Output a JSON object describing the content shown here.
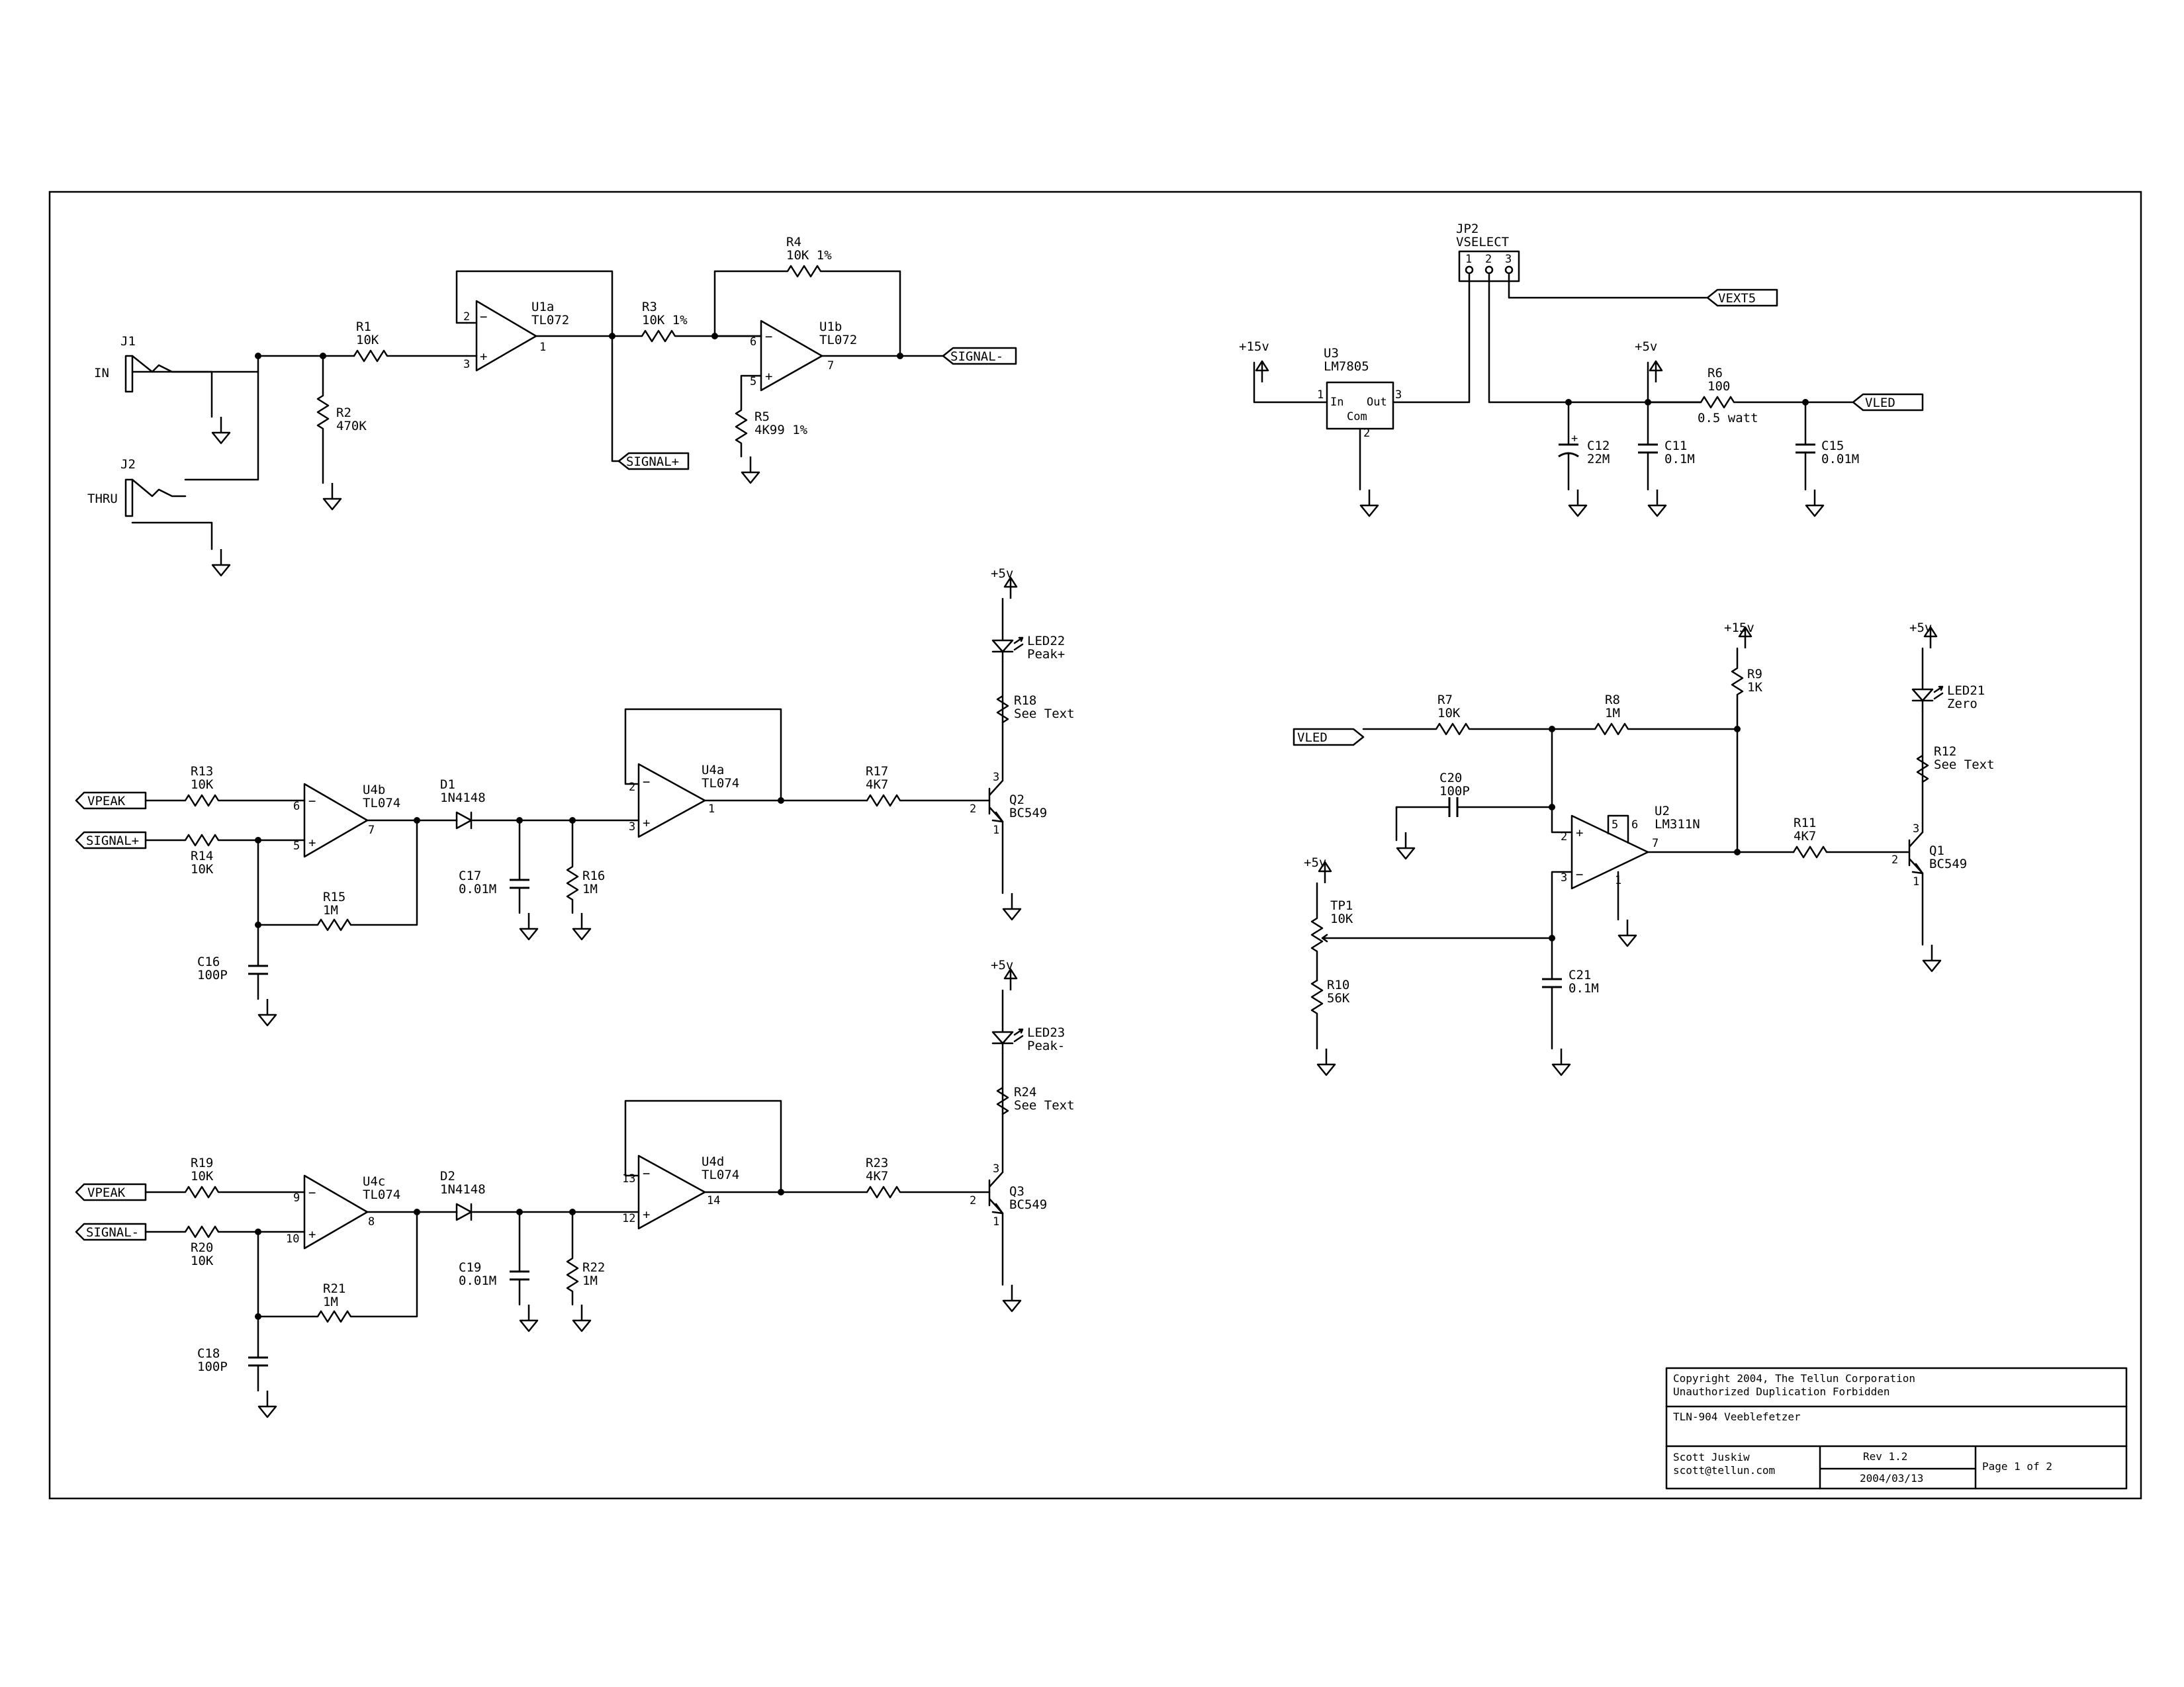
{
  "connectors": {
    "j1": {
      "ref": "J1",
      "label": "IN"
    },
    "j2": {
      "ref": "J2",
      "label": "THRU"
    },
    "jp2": {
      "ref": "JP2",
      "value": "VSELECT",
      "pins": [
        "1",
        "2",
        "3"
      ]
    }
  },
  "ports": {
    "signal_plus": "SIGNAL+",
    "signal_minus": "SIGNAL-",
    "vext5": "VEXT5",
    "vled_out": "VLED",
    "vled_in": "VLED",
    "vpeak_1": "VPEAK",
    "signal_plus_in": "SIGNAL+",
    "vpeak_2": "VPEAK",
    "signal_minus_in": "SIGNAL-"
  },
  "power": {
    "p15_reg": "+15v",
    "p5_reg": "+5v",
    "p5_led22": "+5v",
    "p5_led23": "+5v",
    "p15_cmp": "+15v",
    "p5_led21": "+5v",
    "p5_tp1": "+5v"
  },
  "resistors": {
    "r1": {
      "ref": "R1",
      "value": "10K"
    },
    "r2": {
      "ref": "R2",
      "value": "470K"
    },
    "r3": {
      "ref": "R3",
      "value": "10K 1%"
    },
    "r4": {
      "ref": "R4",
      "value": "10K 1%"
    },
    "r5": {
      "ref": "R5",
      "value": "4K99 1%"
    },
    "r6": {
      "ref": "R6",
      "value": "100",
      "note": "0.5 watt"
    },
    "r7": {
      "ref": "R7",
      "value": "10K"
    },
    "r8": {
      "ref": "R8",
      "value": "1M"
    },
    "r9": {
      "ref": "R9",
      "value": "1K"
    },
    "r10": {
      "ref": "R10",
      "value": "56K"
    },
    "r11": {
      "ref": "R11",
      "value": "4K7"
    },
    "r12": {
      "ref": "R12",
      "value": "See Text"
    },
    "r13": {
      "ref": "R13",
      "value": "10K"
    },
    "r14": {
      "ref": "R14",
      "value": "10K"
    },
    "r15": {
      "ref": "R15",
      "value": "1M"
    },
    "r16": {
      "ref": "R16",
      "value": "1M"
    },
    "r17": {
      "ref": "R17",
      "value": "4K7"
    },
    "r18": {
      "ref": "R18",
      "value": "See Text"
    },
    "r19": {
      "ref": "R19",
      "value": "10K"
    },
    "r20": {
      "ref": "R20",
      "value": "10K"
    },
    "r21": {
      "ref": "R21",
      "value": "1M"
    },
    "r22": {
      "ref": "R22",
      "value": "1M"
    },
    "r23": {
      "ref": "R23",
      "value": "4K7"
    },
    "r24": {
      "ref": "R24",
      "value": "See Text"
    }
  },
  "capacitors": {
    "c11": {
      "ref": "C11",
      "value": "0.1M"
    },
    "c12": {
      "ref": "C12",
      "value": "22M"
    },
    "c15": {
      "ref": "C15",
      "value": "0.01M"
    },
    "c16": {
      "ref": "C16",
      "value": "100P"
    },
    "c17": {
      "ref": "C17",
      "value": "0.01M"
    },
    "c18": {
      "ref": "C18",
      "value": "100P"
    },
    "c19": {
      "ref": "C19",
      "value": "0.01M"
    },
    "c20": {
      "ref": "C20",
      "value": "100P"
    },
    "c21": {
      "ref": "C21",
      "value": "0.1M"
    }
  },
  "semis": {
    "u1a": {
      "ref": "U1a",
      "value": "TL072",
      "pins": [
        "2",
        "3",
        "1"
      ]
    },
    "u1b": {
      "ref": "U1b",
      "value": "TL072",
      "pins": [
        "6",
        "5",
        "7"
      ]
    },
    "u2": {
      "ref": "U2",
      "value": "LM311N",
      "pins": [
        "2",
        "3",
        "7",
        "5",
        "6",
        "1"
      ]
    },
    "u3": {
      "ref": "U3",
      "value": "LM7805",
      "pin_in": "In",
      "pin_out": "Out",
      "pin_com": "Com",
      "pins": [
        "1",
        "3",
        "2"
      ]
    },
    "u4a": {
      "ref": "U4a",
      "value": "TL074",
      "pins": [
        "2",
        "3",
        "1"
      ]
    },
    "u4b": {
      "ref": "U4b",
      "value": "TL074",
      "pins": [
        "6",
        "5",
        "7"
      ]
    },
    "u4c": {
      "ref": "U4c",
      "value": "TL074",
      "pins": [
        "9",
        "10",
        "8"
      ]
    },
    "u4d": {
      "ref": "U4d",
      "value": "TL074",
      "pins": [
        "13",
        "12",
        "14"
      ]
    },
    "d1": {
      "ref": "D1",
      "value": "1N4148"
    },
    "d2": {
      "ref": "D2",
      "value": "1N4148"
    },
    "q1": {
      "ref": "Q1",
      "value": "BC549",
      "pins": [
        "3",
        "2",
        "1"
      ]
    },
    "q2": {
      "ref": "Q2",
      "value": "BC549",
      "pins": [
        "3",
        "2",
        "1"
      ]
    },
    "q3": {
      "ref": "Q3",
      "value": "BC549",
      "pins": [
        "3",
        "2",
        "1"
      ]
    },
    "led21": {
      "ref": "LED21",
      "value": "Zero"
    },
    "led22": {
      "ref": "LED22",
      "value": "Peak+"
    },
    "led23": {
      "ref": "LED23",
      "value": "Peak-"
    },
    "tp1": {
      "ref": "TP1",
      "value": "10K"
    }
  },
  "title_block": {
    "copyright": "Copyright 2004, The Tellun Corporation",
    "notice": "Unauthorized Duplication Forbidden",
    "title": "TLN-904 Veeblefetzer",
    "author": "Scott Juskiw",
    "email": "scott@tellun.com",
    "rev": "Rev 1.2",
    "date": "2004/03/13",
    "page": "Page 1 of 2"
  }
}
